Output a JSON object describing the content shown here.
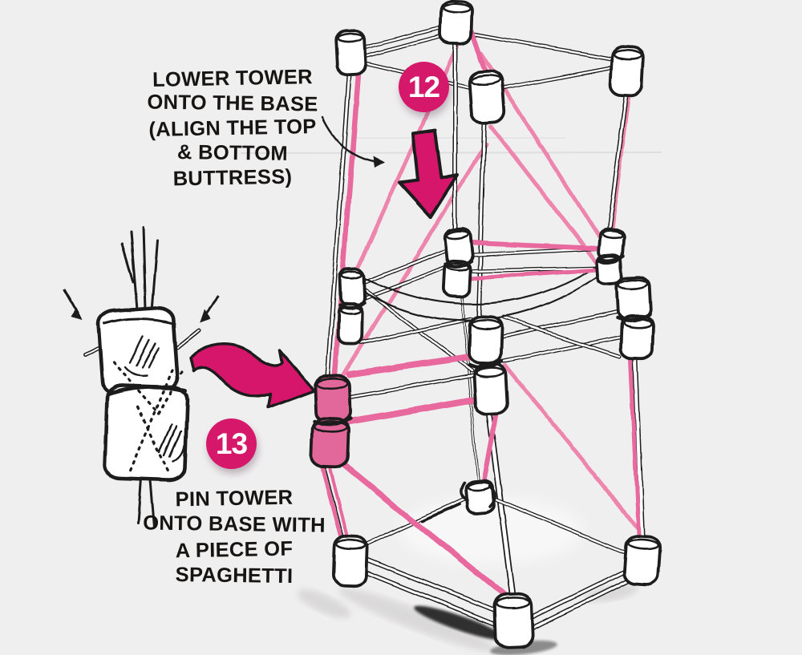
{
  "illustration": {
    "background_color": "#f0eff0"
  },
  "colors": {
    "accent_pink": "#d6186b",
    "spaghetti_pink": "#ee85ac",
    "brace_pink": "#e8699d",
    "marshmallow_pink": "#e2679b",
    "marshmallow_white": "#ffffff",
    "ink": "#1c1b1b",
    "shadow_gray": "#b9b7b8"
  },
  "steps": {
    "step12": {
      "badge": "12",
      "label_lines": [
        "LOWER TOWER",
        "ONTO THE BASE",
        "(ALIGN THE TOP",
        "& BOTTOM",
        "BUTTRESS)"
      ]
    },
    "step13": {
      "badge": "13",
      "label_lines": [
        "PIN TOWER",
        "ONTO BASE WITH",
        "A PIECE OF",
        "SPAGHETTI"
      ]
    }
  },
  "icons": {
    "step12_arrow": "down-arrow-icon",
    "step13_arrow": "curved-right-arrow-icon",
    "label_pointer": "thin-curved-arrow-icon",
    "pin_pointers": "small-black-arrow-icon"
  }
}
